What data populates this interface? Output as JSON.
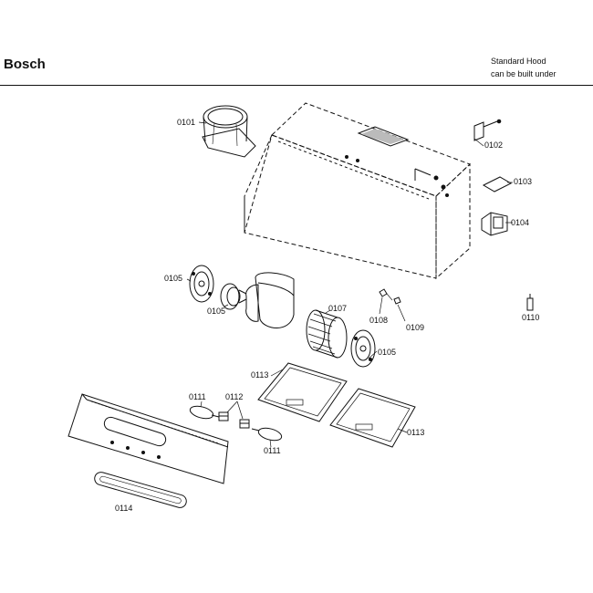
{
  "header": {
    "brand": "Bosch",
    "subtitle_line1": "Standard Hood",
    "subtitle_line2": "can be built under"
  },
  "callouts": {
    "p0101": "0101",
    "p0102": "0102",
    "p0103": "0103",
    "p0104": "0104",
    "p0105_left": "0105",
    "p0105_center": "0105",
    "p0105_right": "0105",
    "p0107": "0107",
    "p0108": "0108",
    "p0109": "0109",
    "p0110": "0110",
    "p0111_left": "0111",
    "p0111_right": "0111",
    "p0112": "0112",
    "p0113_left": "0113",
    "p0113_right": "0113",
    "p0114": "0114"
  },
  "colors": {
    "line": "#111111",
    "background": "#ffffff"
  }
}
